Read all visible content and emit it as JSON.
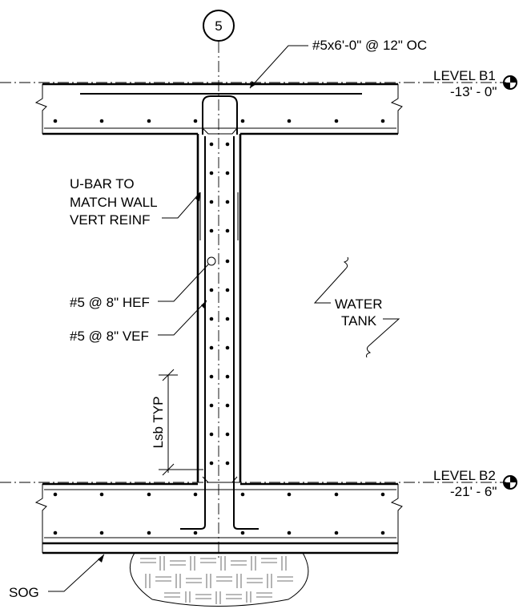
{
  "grid_bubble": {
    "label": "5"
  },
  "top_bar_note": "#5x6'-0\" @ 12\" OC",
  "levels": [
    {
      "name": "LEVEL B1",
      "elevation": "-13' - 0\""
    },
    {
      "name": "LEVEL B2",
      "elevation": "-21' - 6\""
    }
  ],
  "notes": {
    "ubar": [
      "U-BAR TO",
      "MATCH WALL",
      "VERT REINF"
    ],
    "hef": "#5 @ 8\" HEF",
    "vef": "#5 @ 8\" VEF",
    "lsb": "Lsb TYP",
    "water_tank": [
      "WATER",
      "TANK"
    ],
    "sog": "SOG"
  }
}
